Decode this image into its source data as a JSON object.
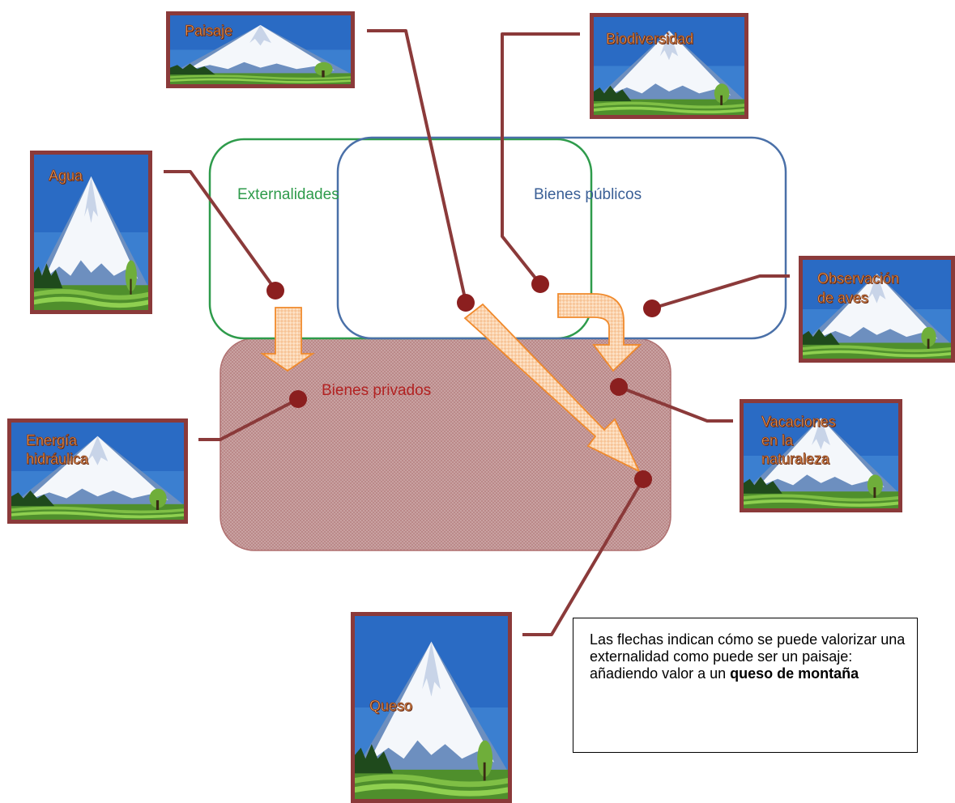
{
  "sets": {
    "externalities": {
      "label": "Externalidades",
      "color": "#2e9b4b"
    },
    "public_goods": {
      "label": "Bienes públicos",
      "color": "#3a5f96"
    },
    "private_goods": {
      "label": "Bienes privados",
      "color": "#b22222",
      "fill": "#c49a9a"
    }
  },
  "photos": {
    "paisaje": {
      "label": "Paisaje"
    },
    "biodiversidad": {
      "label": "Biodiversidad"
    },
    "agua": {
      "label": "Agua"
    },
    "observacion": {
      "label_line1": "Observación",
      "label_line2": "de aves"
    },
    "energia": {
      "label_line1": "Energía",
      "label_line2": "hidráulica"
    },
    "vacaciones": {
      "label_line1": "Vacaciones",
      "label_line2": "en la",
      "label_line3": "naturaleza"
    },
    "queso": {
      "label": "Queso"
    }
  },
  "note": {
    "text": "Las flechas indican cómo se puede valorizar una externalidad como puede ser un paisaje: añadiendo valor a un ",
    "bold": "queso de montaña"
  },
  "colors": {
    "connector": "#8b3a3a",
    "dot": "#8b1f1f",
    "arrow_fill": "#fcd9b6",
    "arrow_stroke": "#f08a2c"
  }
}
